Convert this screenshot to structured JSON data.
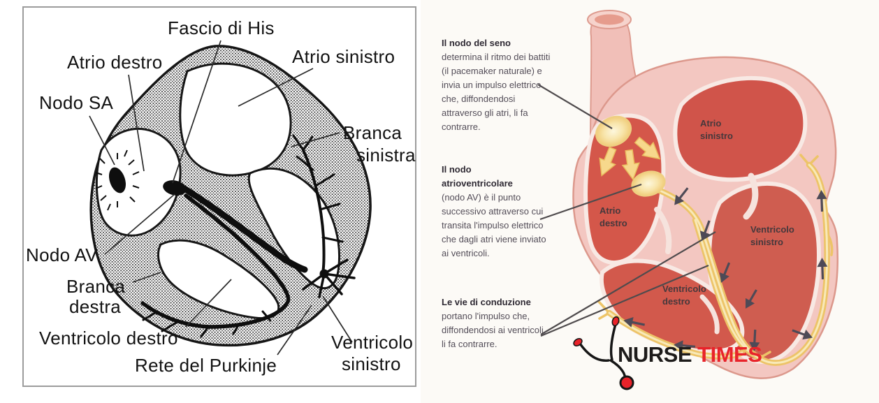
{
  "left_diagram": {
    "labels": {
      "fascio_di_his": "Fascio di His",
      "atrio_destro": "Atrio destro",
      "atrio_sinistro": "Atrio sinistro",
      "nodo_sa": "Nodo SA",
      "branca_sinistra": [
        "Branca",
        "sinistra"
      ],
      "nodo_av": "Nodo AV",
      "branca_destra": [
        "Branca",
        "destra"
      ],
      "ventricolo_destro": "Ventricolo destro",
      "rete_del_purkinje": "Rete del Purkinje",
      "ventricolo_sinistro": [
        "Ventricolo",
        "sinistro"
      ]
    }
  },
  "right_panel": {
    "annotations": [
      {
        "title": "Il nodo del seno",
        "body": "determina il ritmo dei battiti (il pacemaker naturale) e invia un impulso elettrico che, diffondendosi attraverso gli atri, li fa contrarre."
      },
      {
        "title": "Il nodo atrioventricolare",
        "body": "(nodo AV) è il punto successivo attraverso cui transita l'impulso elettrico che dagli atri viene inviato ai ventricoli."
      },
      {
        "title": "Le vie di conduzione",
        "body": "portano l'impulso che, diffondendosi ai ventricoli, li fa contrarre."
      }
    ],
    "heart_labels": {
      "atrio_sinistro": [
        "Atrio",
        "sinistro"
      ],
      "atrio_destro": [
        "Atrio",
        "destro"
      ],
      "ventricolo_sinistro": [
        "Ventricolo",
        "sinistro"
      ],
      "ventricolo_destro": [
        "Ventricolo",
        "destro"
      ]
    },
    "colors": {
      "heart_wall": "#f3c7c1",
      "chamber_red": "#d4574a",
      "conduction_yellow": "#edc468",
      "node_cream": "#fdf7dd",
      "arrow_gray": "#4e4a56"
    }
  },
  "logo": {
    "nurse": "NURSE",
    "times": "TIMES",
    "nurse_color": "#1d1b1a",
    "times_color": "#e8232a"
  }
}
